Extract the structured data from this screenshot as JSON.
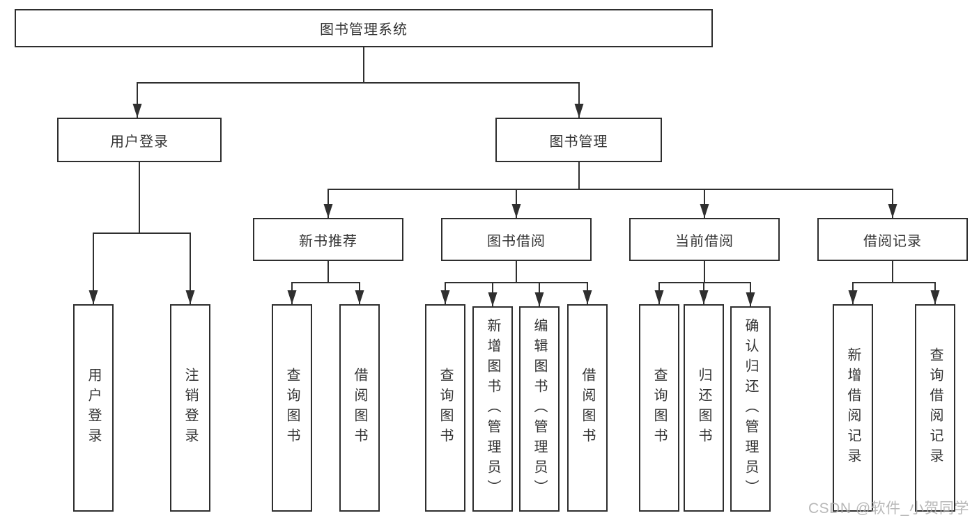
{
  "tree": {
    "root": "图书管理系统",
    "branches": [
      {
        "label": "用户登录",
        "children": [
          "用户登录",
          "注销登录"
        ]
      },
      {
        "label": "图书管理",
        "groups": [
          {
            "label": "新书推荐",
            "children": [
              "查询图书",
              "借阅图书"
            ]
          },
          {
            "label": "图书借阅",
            "children": [
              "查询图书",
              "新增图书（管理员）",
              "编辑图书（管理员）",
              "借阅图书"
            ]
          },
          {
            "label": "当前借阅",
            "children": [
              "查询图书",
              "归还图书",
              "确认归还（管理员）"
            ]
          },
          {
            "label": "借阅记录",
            "children": [
              "新增借阅记录",
              "查询借阅记录"
            ]
          }
        ]
      }
    ]
  },
  "watermark": "CSDN @软件_小贺同学",
  "colors": {
    "line": "#2f2f2f",
    "box_border": "#2e2e2e",
    "box_bg": "#ffffff",
    "text": "#333333",
    "watermark": "#acacac"
  }
}
